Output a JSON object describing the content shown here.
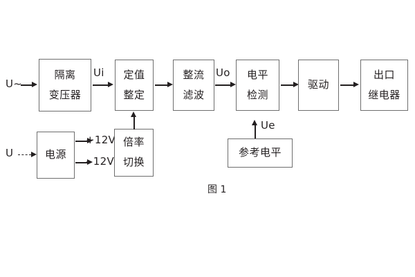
{
  "figure": {
    "caption": "图 1",
    "line_color": "#6d6d6d",
    "text_color": "#231f20",
    "background": "#ffffff"
  },
  "blocks": [
    {
      "id": "isolation-transformer",
      "lines": [
        "隔离",
        "变压器"
      ]
    },
    {
      "id": "setting-value",
      "lines": [
        "定值",
        "整定"
      ]
    },
    {
      "id": "rectifier-filter",
      "lines": [
        "整流",
        "滤波"
      ]
    },
    {
      "id": "level-detection",
      "lines": [
        "电平",
        "检测"
      ]
    },
    {
      "id": "drive",
      "lines": [
        "驱动"
      ]
    },
    {
      "id": "output-relay",
      "lines": [
        "出口",
        "继电器"
      ]
    },
    {
      "id": "power-supply",
      "lines": [
        "电源"
      ]
    },
    {
      "id": "ratio-switch",
      "lines": [
        "倍率",
        "切换"
      ]
    },
    {
      "id": "reference-level",
      "lines": [
        "参考电平"
      ]
    }
  ],
  "signals": {
    "input_ac": "U~",
    "input_dc": "U",
    "ui": "Ui",
    "uo": "Uo",
    "ue": "Ue",
    "rail_positive": "+12V",
    "rail_negative": "- 12V"
  }
}
